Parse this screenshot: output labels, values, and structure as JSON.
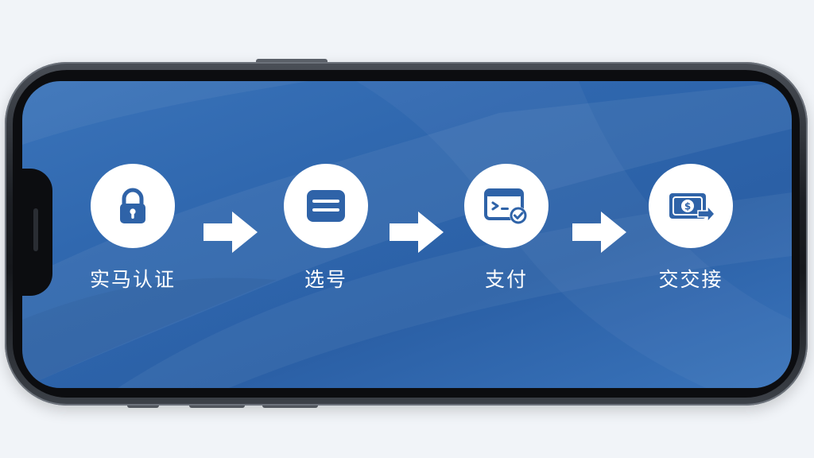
{
  "steps": [
    {
      "label": "实马认证",
      "icon": "padlock-icon"
    },
    {
      "label": "选号",
      "icon": "card-list-icon"
    },
    {
      "label": "支付",
      "icon": "payment-terminal-check-icon"
    },
    {
      "label": "交交接",
      "icon": "money-transfer-icon"
    }
  ],
  "colors": {
    "screen_background": "#2f67ae",
    "icon_color": "#2f63a8",
    "circle_fill": "#ffffff",
    "text_color": "#ffffff"
  }
}
